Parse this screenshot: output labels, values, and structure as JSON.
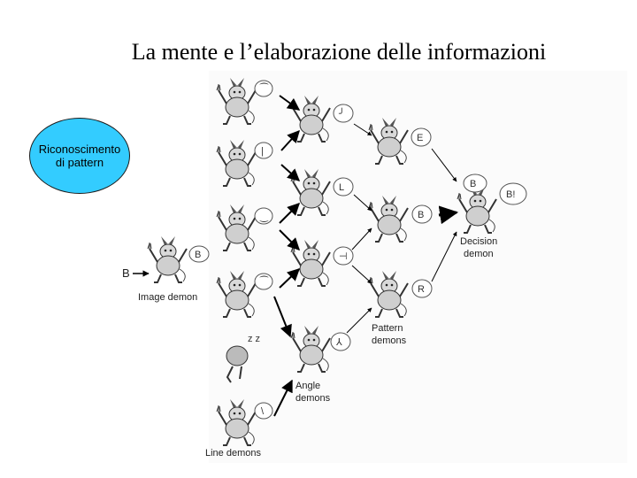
{
  "slide": {
    "title": "La mente e l’elaborazione delle informazioni",
    "callout": {
      "line1": "Riconoscimento",
      "line2": "di pattern"
    }
  },
  "diagram": {
    "input_letter": "B",
    "image_demon": {
      "label": "Image demon",
      "bubble": "B"
    },
    "line_demons": {
      "label": "Line demons",
      "bubbles": [
        "⁀",
        "|",
        "‿",
        "⁀",
        "",
        "\\"
      ]
    },
    "sleeping_mark": "z z",
    "angle_demons": {
      "label_line1": "Angle",
      "label_line2": "demons",
      "bubbles": [
        "╯",
        "L",
        "⊣",
        "⅄"
      ]
    },
    "pattern_demons": {
      "label_line1": "Pattern",
      "label_line2": "demons",
      "bubbles": [
        "E",
        "B",
        "R"
      ]
    },
    "decision_demon": {
      "label_line1": "Decision",
      "label_line2": "demon",
      "quiet_bubble": "B",
      "loud_bubble": "B!"
    }
  }
}
